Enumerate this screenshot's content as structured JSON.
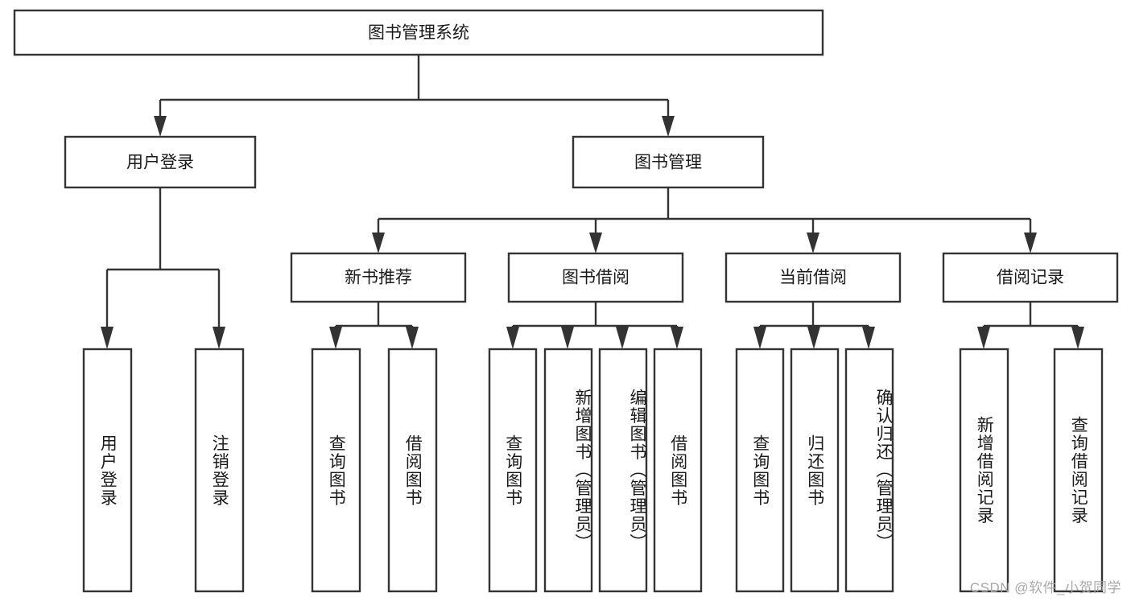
{
  "diagram": {
    "type": "tree",
    "title": "图书管理系统",
    "root": {
      "id": "root",
      "label": "图书管理系统",
      "orientation": "horizontal"
    },
    "level2": [
      {
        "id": "user-login",
        "label": "用户登录",
        "orientation": "horizontal"
      },
      {
        "id": "book-management",
        "label": "图书管理",
        "orientation": "horizontal"
      }
    ],
    "level3": [
      {
        "id": "new-book-recommend",
        "label": "新书推荐",
        "orientation": "horizontal",
        "parent": "book-management"
      },
      {
        "id": "book-borrow",
        "label": "图书借阅",
        "orientation": "horizontal",
        "parent": "book-management"
      },
      {
        "id": "current-borrow",
        "label": "当前借阅",
        "orientation": "horizontal",
        "parent": "book-management"
      },
      {
        "id": "borrow-record",
        "label": "借阅记录",
        "orientation": "horizontal",
        "parent": "book-management"
      }
    ],
    "leaves": [
      {
        "id": "leaf-user-login",
        "label": "用户登录",
        "orientation": "vertical",
        "parent": "user-login"
      },
      {
        "id": "leaf-user-logout",
        "label": "注销登录",
        "orientation": "vertical",
        "parent": "user-login"
      },
      {
        "id": "leaf-query-book-1",
        "label": "查询图书",
        "orientation": "vertical",
        "parent": "new-book-recommend"
      },
      {
        "id": "leaf-borrow-book-1",
        "label": "借阅图书",
        "orientation": "vertical",
        "parent": "new-book-recommend"
      },
      {
        "id": "leaf-query-book-2",
        "label": "查询图书",
        "orientation": "vertical",
        "parent": "book-borrow"
      },
      {
        "id": "leaf-add-book",
        "label": "新增图书（管理员）",
        "orientation": "vertical",
        "parent": "book-borrow"
      },
      {
        "id": "leaf-edit-book",
        "label": "编辑图书（管理员）",
        "orientation": "vertical",
        "parent": "book-borrow"
      },
      {
        "id": "leaf-borrow-book-2",
        "label": "借阅图书",
        "orientation": "vertical",
        "parent": "book-borrow"
      },
      {
        "id": "leaf-query-book-3",
        "label": "查询图书",
        "orientation": "vertical",
        "parent": "current-borrow"
      },
      {
        "id": "leaf-return-book",
        "label": "归还图书",
        "orientation": "vertical",
        "parent": "current-borrow"
      },
      {
        "id": "leaf-confirm-return",
        "label": "确认归还（管理员）",
        "orientation": "vertical",
        "parent": "current-borrow"
      },
      {
        "id": "leaf-add-record",
        "label": "新增借阅记录",
        "orientation": "vertical",
        "parent": "borrow-record"
      },
      {
        "id": "leaf-query-record",
        "label": "查询借阅记录",
        "orientation": "vertical",
        "parent": "borrow-record"
      }
    ],
    "colors": {
      "background": "#ffffff",
      "box_fill": "#ffffff",
      "box_stroke": "#333333",
      "text": "#1a1a1a",
      "connector": "#333333",
      "watermark": "#a8a8a8"
    }
  },
  "watermark": {
    "text": "CSDN @软件_小贺同学"
  }
}
